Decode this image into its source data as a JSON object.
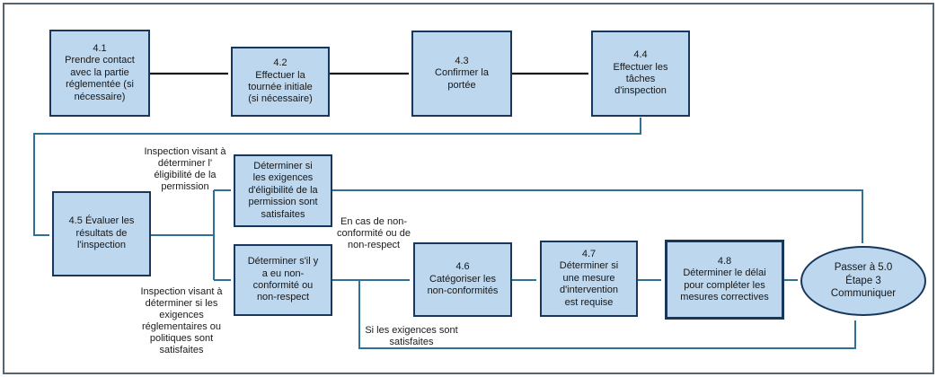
{
  "diagram": {
    "nodes": {
      "n41": {
        "label": "4.1\nPrendre contact\navec la partie\nréglementée (si\nnécessaire)"
      },
      "n42": {
        "label": "4.2\nEffectuer la\ntournée initiale\n(si nécessaire)"
      },
      "n43": {
        "label": "4.3\nConfirmer la\nportée"
      },
      "n44": {
        "label": "4.4\nEffectuer les\ntâches\nd'inspection"
      },
      "n45": {
        "label": "4.5 Évaluer les\nrésultats de\nl'inspection"
      },
      "nEligibility": {
        "label": "Déterminer si\nles exigences\nd'éligibilité de la\npermission sont\nsatisfaites"
      },
      "nNonConformity": {
        "label": "Déterminer s'il y\na eu non-\nconformité ou\nnon-respect"
      },
      "n46": {
        "label": "4.6\nCatégoriser les\nnon-conformités"
      },
      "n47": {
        "label": "4.7\nDéterminer si\nune mesure\nd'intervention\nest requise"
      },
      "n48": {
        "label": "4.8\nDéterminer le délai\npour compléter les\nmesures correctives"
      },
      "nEnd": {
        "label": "Passer à 5.0\nÉtape 3\nCommuniquer"
      }
    },
    "edge_labels": {
      "eligibility_path": "Inspection visant à\ndéterminer l'\néligibilité de la\npermission",
      "regulatory_path": "Inspection visant à\ndéterminer si les\nexigences\nréglementaires ou\npolitiques sont\nsatisfaites",
      "non_conformity_case": "En cas de non-\nconformité ou de\nnon-respect",
      "requirements_met": "Si les exigences sont\nsatisfaites"
    },
    "colors": {
      "node_fill": "#BDD7EE",
      "node_border": "#17375D",
      "connector": "#2F7096",
      "top_row_arrow": "#1A1A1A",
      "frame_border": "#55646F"
    }
  }
}
